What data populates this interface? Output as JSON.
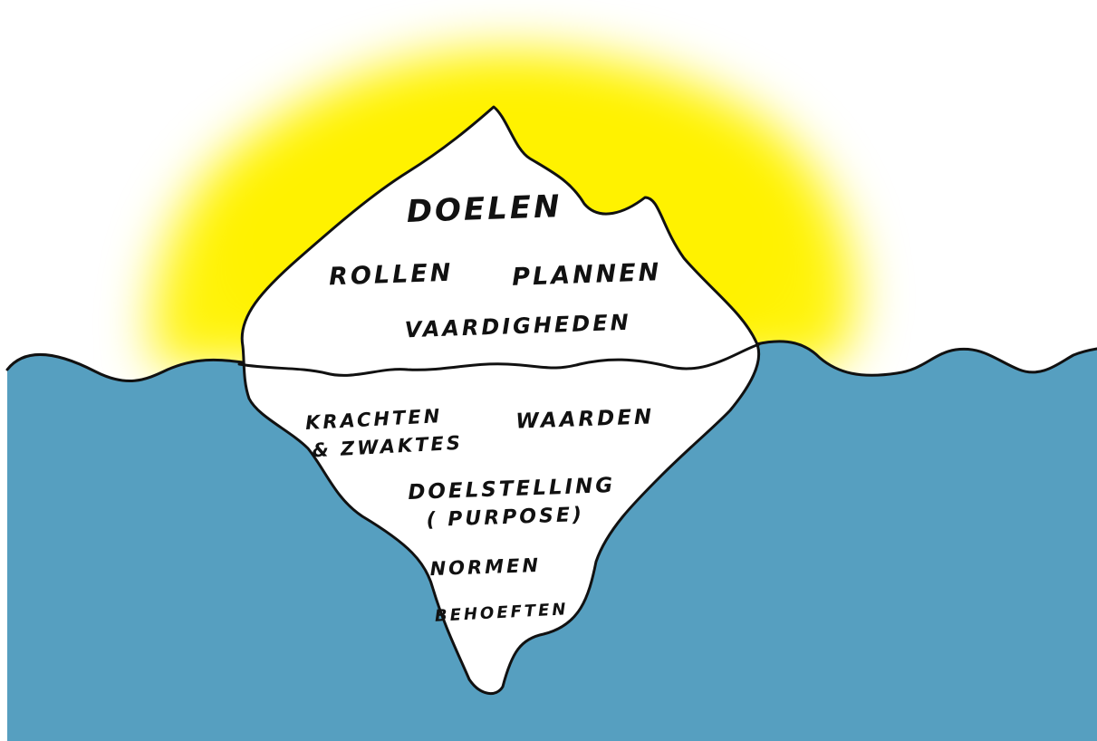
{
  "colors": {
    "sun": "#fff200",
    "water": "#569fc0",
    "iceberg": "#ffffff",
    "outline": "#111111",
    "text": "#111111"
  },
  "above_water": {
    "goals": "DOELEN",
    "roles": "ROLLEN",
    "plans": "PLANNEN",
    "skills": "VAARDIGHEDEN"
  },
  "below_water": {
    "strengths_line1": "KRACHTEN",
    "strengths_line2": "& ZWAKTES",
    "values": "WAARDEN",
    "purpose_line1": "DOELSTELLING",
    "purpose_line2": "( PURPOSE)",
    "norms": "NORMEN",
    "needs": "BEHOEFTEN"
  }
}
